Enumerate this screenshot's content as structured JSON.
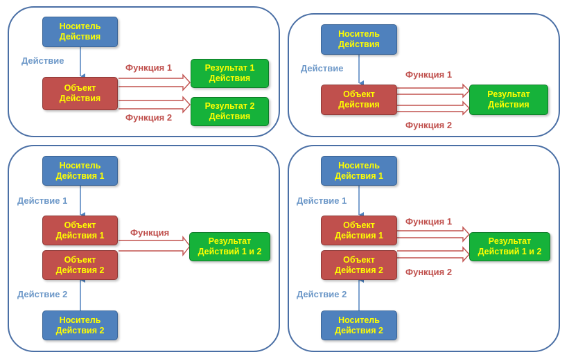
{
  "colors": {
    "panel_border": "#4a6fa5",
    "carrier": "#4f81bd",
    "object": "#c0504d",
    "result": "#16b23a",
    "box_text": "#ffff00",
    "action_label": "#6d98c8",
    "function_label": "#c0504d"
  },
  "panel1": {
    "carrier": "Носитель\nДействия",
    "action": "Действие",
    "object": "Объект\nДействия",
    "function1": "Функция 1",
    "function2": "Функция 2",
    "result1": "Результат 1\nДействия",
    "result2": "Результат 2\nДействия"
  },
  "panel2": {
    "carrier": "Носитель\nДействия",
    "action": "Действие",
    "object": "Объект\nДействия",
    "function1": "Функция 1",
    "function2": "Функция 2",
    "result": "Результат\nДействия"
  },
  "panel3": {
    "carrier1": "Носитель\nДействия 1",
    "action1": "Действие 1",
    "object1": "Объект\nДействия 1",
    "object2": "Объект\nДействия 2",
    "function": "Функция",
    "result": "Результат\nДействий 1 и 2",
    "action2": "Действие 2",
    "carrier2": "Носитель\nДействия 2"
  },
  "panel4": {
    "carrier1": "Носитель\nДействия 1",
    "action1": "Действие 1",
    "object1": "Объект\nДействия 1",
    "object2": "Объект\nДействия 2",
    "function1": "Функция 1",
    "function2": "Функция 2",
    "result": "Результат\nДействий 1 и 2",
    "action2": "Действие 2",
    "carrier2": "Носитель\nДействия 2"
  }
}
